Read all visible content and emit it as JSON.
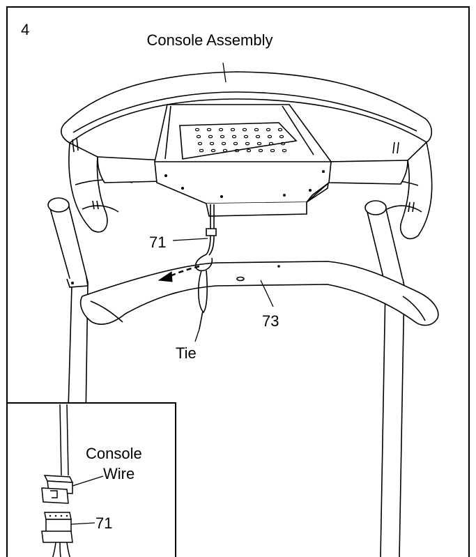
{
  "step": {
    "number": "4"
  },
  "labels": {
    "console_assembly": "Console Assembly",
    "part_71": "71",
    "part_73": "73",
    "tie": "Tie"
  },
  "inset": {
    "console_wire_line1": "Console",
    "console_wire_line2": "Wire",
    "part_71": "71"
  },
  "colors": {
    "ink": "#000000",
    "paper": "#ffffff"
  }
}
